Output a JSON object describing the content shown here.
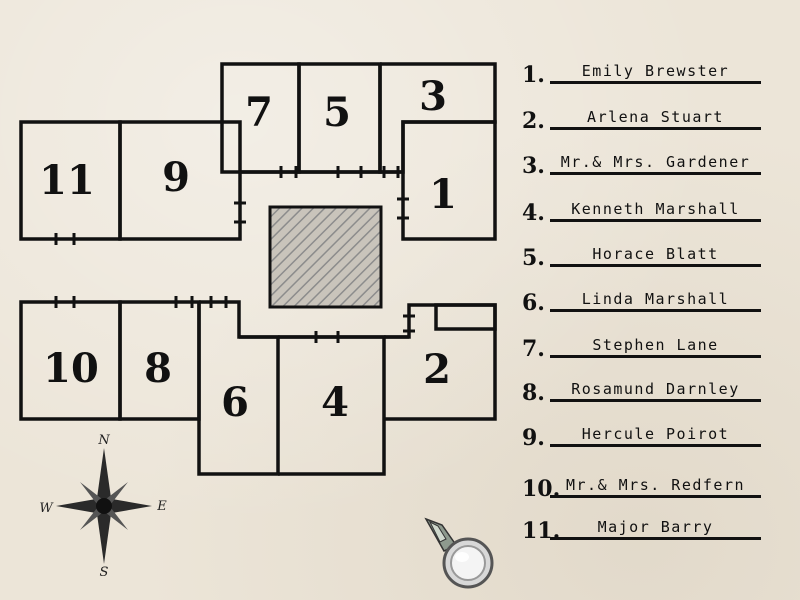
{
  "rooms": {
    "r1": "1",
    "r2": "2",
    "r3": "3",
    "r4": "4",
    "r5": "5",
    "r6": "6",
    "r7": "7",
    "r8": "8",
    "r9": "9",
    "r10": "10",
    "r11": "11"
  },
  "guest_list": [
    {
      "num": "1.",
      "name": "Emily Brewster"
    },
    {
      "num": "2.",
      "name": "Arlena Stuart"
    },
    {
      "num": "3.",
      "name": "Mr.& Mrs. Gardener"
    },
    {
      "num": "4.",
      "name": "Kenneth Marshall"
    },
    {
      "num": "5.",
      "name": "Horace Blatt"
    },
    {
      "num": "6.",
      "name": "Linda Marshall"
    },
    {
      "num": "7.",
      "name": "Stephen Lane"
    },
    {
      "num": "8.",
      "name": "Rosamund Darnley"
    },
    {
      "num": "9.",
      "name": "Hercule Poirot"
    },
    {
      "num": "10.",
      "name": "Mr.& Mrs. Redfern"
    },
    {
      "num": "11.",
      "name": "Major Barry"
    }
  ],
  "compass": {
    "n": "N",
    "s": "S",
    "e": "E",
    "w": "W"
  },
  "colors": {
    "ink": "#111111",
    "paper": "#ece5d8",
    "hatch": "#8c8c8c"
  },
  "icons": {
    "compass": "compass-rose-icon",
    "magnifier": "magnifying-glass-icon"
  }
}
